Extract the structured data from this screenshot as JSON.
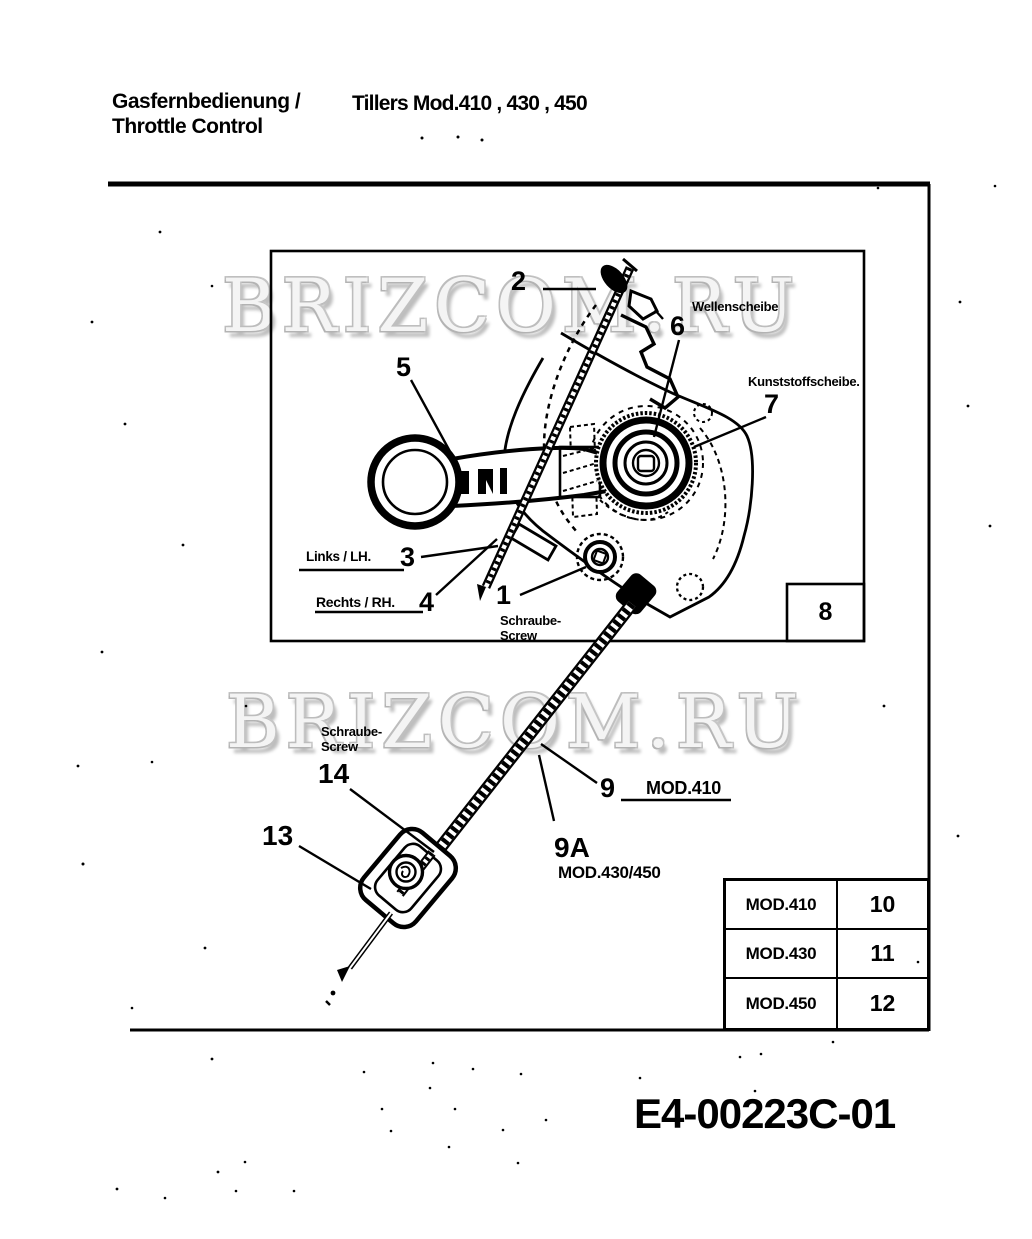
{
  "header": {
    "title_de": "Gasfernbedienung /",
    "title_en": "Throttle Control",
    "subtitle": "Tillers  Mod.410 , 430 , 450"
  },
  "watermark": {
    "text": "BRIZCOM.RU"
  },
  "diagram": {
    "callouts": {
      "c1": "1",
      "c2": "2",
      "c3": "3",
      "c4": "4",
      "c5": "5",
      "c6": "6",
      "c7": "7",
      "c8": "8",
      "c9": "9",
      "c9a": "9A",
      "c13": "13",
      "c14": "14"
    },
    "labels": {
      "wellenscheibe": "Wellenscheibe",
      "kunststoffscheibe": "Kunststoffscheibe.",
      "links_lh": "Links / LH.",
      "rechts_rh": "Rechts / RH.",
      "schraube_upper_l1": "Schraube-",
      "schraube_upper_l2": "Screw",
      "schraube_lower_l1": "Schraube-",
      "schraube_lower_l2": "Screw",
      "mod410": "MOD.410",
      "mod430_450": "MOD.430/450"
    }
  },
  "reference_table": {
    "rows": [
      {
        "model": "MOD.410",
        "part": "10"
      },
      {
        "model": "MOD.430",
        "part": "11"
      },
      {
        "model": "MOD.450",
        "part": "12"
      }
    ]
  },
  "footer": {
    "drawing_number": "E4-00223C-01"
  }
}
